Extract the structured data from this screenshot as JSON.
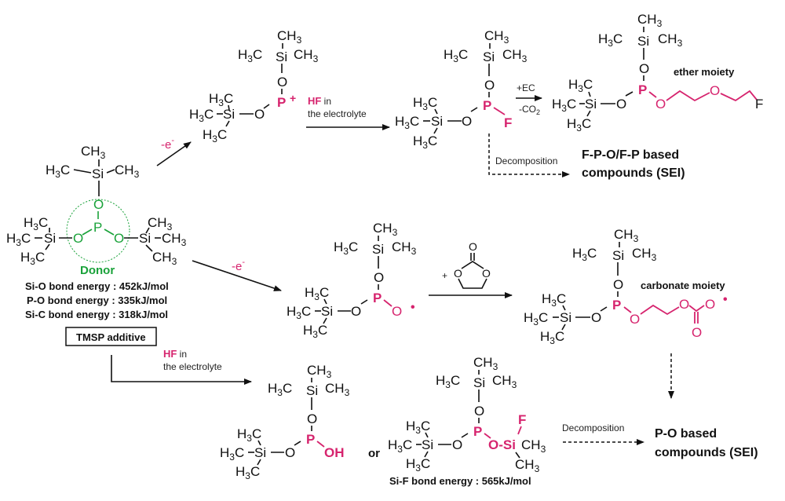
{
  "colors": {
    "accent_red": "#d6246e",
    "donor_green": "#1aa23a",
    "text": "#111111"
  },
  "reactant": {
    "donor_label": "Donor",
    "bond_energies": [
      "Si-O bond energy : 452kJ/mol",
      "P-O bond energy : 335kJ/mol",
      "Si-C bond energy : 318kJ/mol"
    ],
    "box_label": "TMSP additive"
  },
  "arrows": {
    "oxidation_label": "-e",
    "oxidation_superscript": "-",
    "hf_bold": "HF",
    "hf_in": " in",
    "hf_line2": "the electrolyte",
    "ec_plus": "+EC",
    "co2_minus": "-CO",
    "co2_sub": "2",
    "decomposition": "Decomposition",
    "plus": "+"
  },
  "products": {
    "ether_moiety": "ether moiety",
    "carbonate_moiety": "carbonate moiety",
    "fpo_line1": "F-P-O/F-P based",
    "fpo_line2": "compounds  (SEI)",
    "po_line1": "P-O based",
    "po_line2": "compounds  (SEI)",
    "or": "or",
    "sif_energy": "Si-F bond energy : 565kJ/mol"
  },
  "atoms": {
    "CH": "CH",
    "H": "H",
    "C": "C",
    "three": "3",
    "Si": "Si",
    "O": "O",
    "P": "P",
    "F": "F",
    "OH": "OH",
    "plus": "+",
    "radical": "•",
    "OSi": "O-Si"
  }
}
